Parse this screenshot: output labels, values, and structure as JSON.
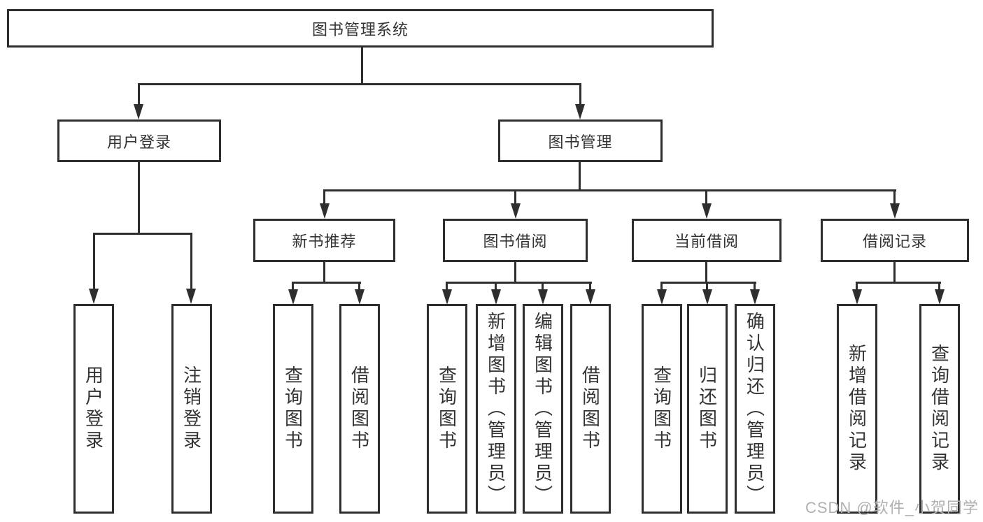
{
  "tree": {
    "root": {
      "label": "图书管理系统"
    },
    "branches": [
      {
        "label": "用户登录",
        "children": [
          {
            "label": "用户登录"
          },
          {
            "label": "注销登录"
          }
        ]
      },
      {
        "label": "图书管理",
        "children": [
          {
            "label": "新书推荐",
            "children": [
              {
                "label": "查询图书"
              },
              {
                "label": "借阅图书"
              }
            ]
          },
          {
            "label": "图书借阅",
            "children": [
              {
                "label": "查询图书"
              },
              {
                "label": "新增图书（管理员）"
              },
              {
                "label": "编辑图书（管理员）"
              },
              {
                "label": "借阅图书"
              }
            ]
          },
          {
            "label": "当前借阅",
            "children": [
              {
                "label": "查询图书"
              },
              {
                "label": "归还图书"
              },
              {
                "label": "确认归还（管理员）"
              }
            ]
          },
          {
            "label": "借阅记录",
            "children": [
              {
                "label": "新增借阅记录"
              },
              {
                "label": "查询借阅记录"
              }
            ]
          }
        ]
      }
    ]
  },
  "watermark": "CSDN @软件_小贺同学",
  "colors": {
    "line": "#2e2e2e",
    "text": "#333333",
    "watermark": "#b0b0b0",
    "background": "#ffffff"
  }
}
